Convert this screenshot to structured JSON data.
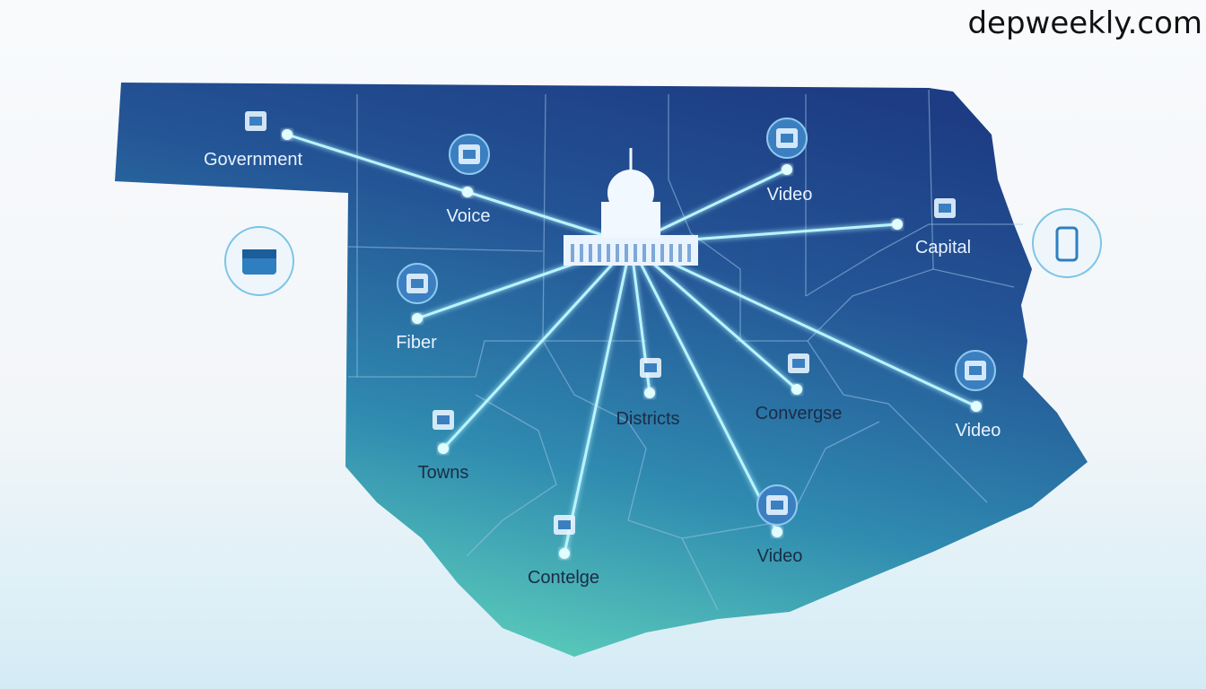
{
  "watermark": "depweekly.com",
  "colors": {
    "map_top": "#1f3f85",
    "map_bottom": "#56c9b8",
    "link": "#a8f0ff",
    "node": "#d8fbff",
    "label_light": "#e8f2ff",
    "label_dark": "#1b2c45"
  },
  "hub": {
    "icon": "capitol-building-icon"
  },
  "nodes": [
    {
      "label": "Government",
      "icon": "government-building-icon"
    },
    {
      "label": "Voice",
      "icon": "voice-icon"
    },
    {
      "label": "Video",
      "icon": "video-icon"
    },
    {
      "label": "Capital",
      "icon": "capital-building-icon"
    },
    {
      "label": "Fiber",
      "icon": "fiber-icon"
    },
    {
      "label": "Districts",
      "icon": "monitor-icon"
    },
    {
      "label": "Convergse",
      "icon": "envelope-icon"
    },
    {
      "label": "Video",
      "icon": "network-icon"
    },
    {
      "label": "Towns",
      "icon": "office-building-icon"
    },
    {
      "label": "Contelge",
      "icon": "gear-pin-icon"
    },
    {
      "label": "Video",
      "icon": "wifi-icon"
    }
  ],
  "floating_icons": [
    "layers-box-icon",
    "mobile-phone-icon"
  ]
}
